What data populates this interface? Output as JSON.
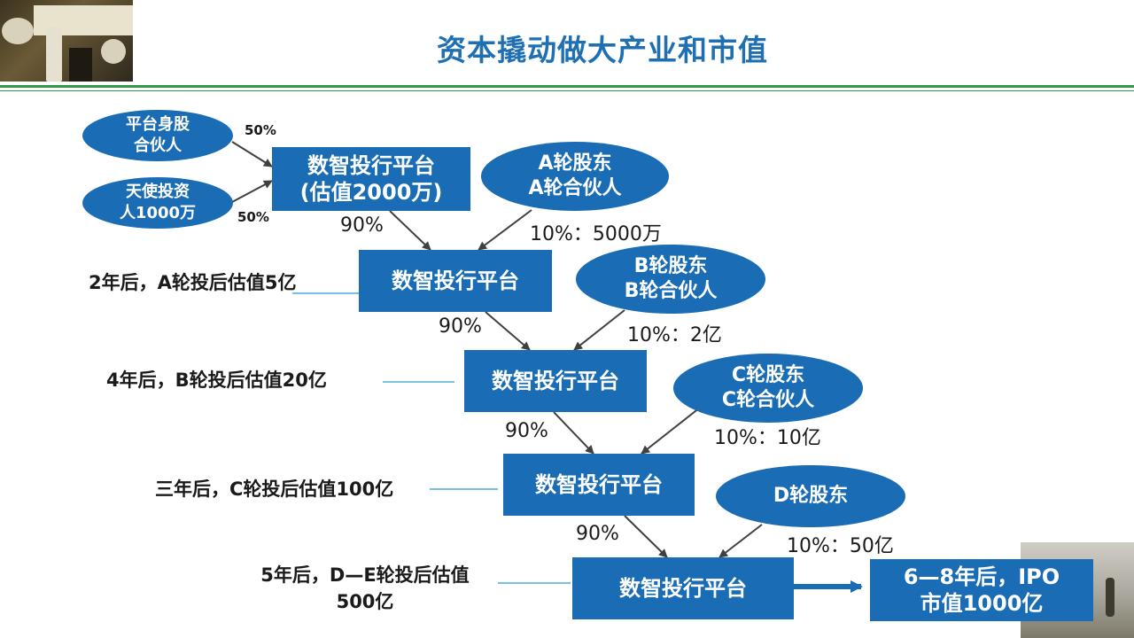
{
  "title": "资本撬动做大产业和市值",
  "colors": {
    "box": "#1a6db5",
    "title": "#1f6fb3",
    "rule": "#2e9a47",
    "connector": "#2a9ad0"
  },
  "top_ovals": [
    {
      "lines": [
        "平台身股",
        "合伙人"
      ],
      "pct": "50%"
    },
    {
      "lines": [
        "天使投资",
        "人1000万"
      ],
      "pct": "50%"
    }
  ],
  "platforms": [
    {
      "lines": [
        "数智投行平台",
        "(估值2000万)"
      ]
    },
    {
      "lines": [
        "数智投行平台"
      ]
    },
    {
      "lines": [
        "数智投行平台"
      ]
    },
    {
      "lines": [
        "数智投行平台"
      ]
    },
    {
      "lines": [
        "数智投行平台"
      ]
    }
  ],
  "retain_pcts": [
    "90%",
    "90%",
    "90%",
    "90%"
  ],
  "investors": [
    {
      "lines": [
        "A轮股东",
        "A轮合伙人"
      ],
      "share": "10%：5000万"
    },
    {
      "lines": [
        "B轮股东",
        "B轮合伙人"
      ],
      "share": "10%：2亿"
    },
    {
      "lines": [
        "C轮股东",
        "C轮合伙人"
      ],
      "share": "10%：10亿"
    },
    {
      "lines": [
        "D轮股东"
      ],
      "share": "10%：50亿"
    }
  ],
  "stage_labels": [
    {
      "lines": [
        "2年后，A轮投后估值5亿"
      ]
    },
    {
      "lines": [
        "4年后，B轮投后估值20亿"
      ]
    },
    {
      "lines": [
        "三年后，C轮投后估值100亿"
      ]
    },
    {
      "lines": [
        "5年后，D—E轮投后估值",
        "500亿"
      ]
    }
  ],
  "ipo": {
    "lines": [
      "6—8年后，IPO",
      "市值1000亿"
    ]
  }
}
